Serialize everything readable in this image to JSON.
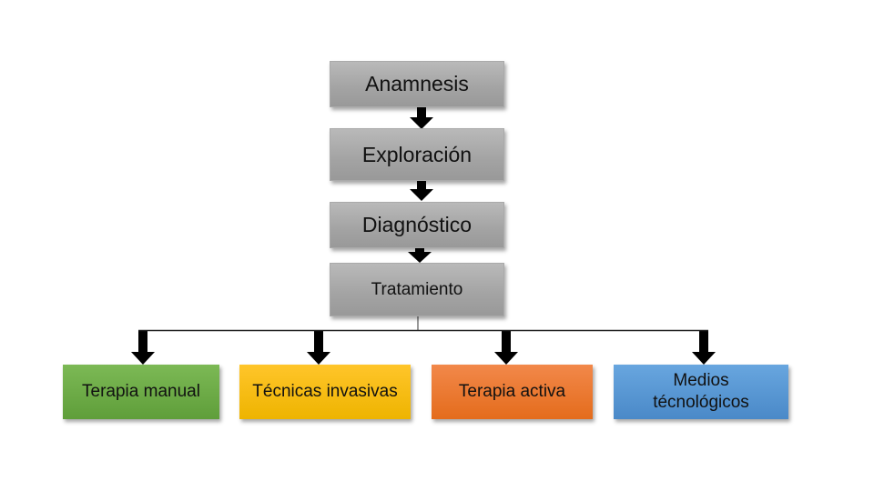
{
  "flow": {
    "steps": [
      {
        "label": "Anamnesis"
      },
      {
        "label": "Exploración"
      },
      {
        "label": "Diagnóstico"
      },
      {
        "label": "Tratamiento"
      }
    ],
    "branches": [
      {
        "label": "Terapia manual",
        "color": "#70ad47"
      },
      {
        "label": "Técnicas invasivas",
        "color": "#ffc000"
      },
      {
        "label": "Terapia activa",
        "color": "#ed7d31"
      },
      {
        "label": "Medios técnológicos",
        "color": "#5b9bd5"
      }
    ]
  }
}
